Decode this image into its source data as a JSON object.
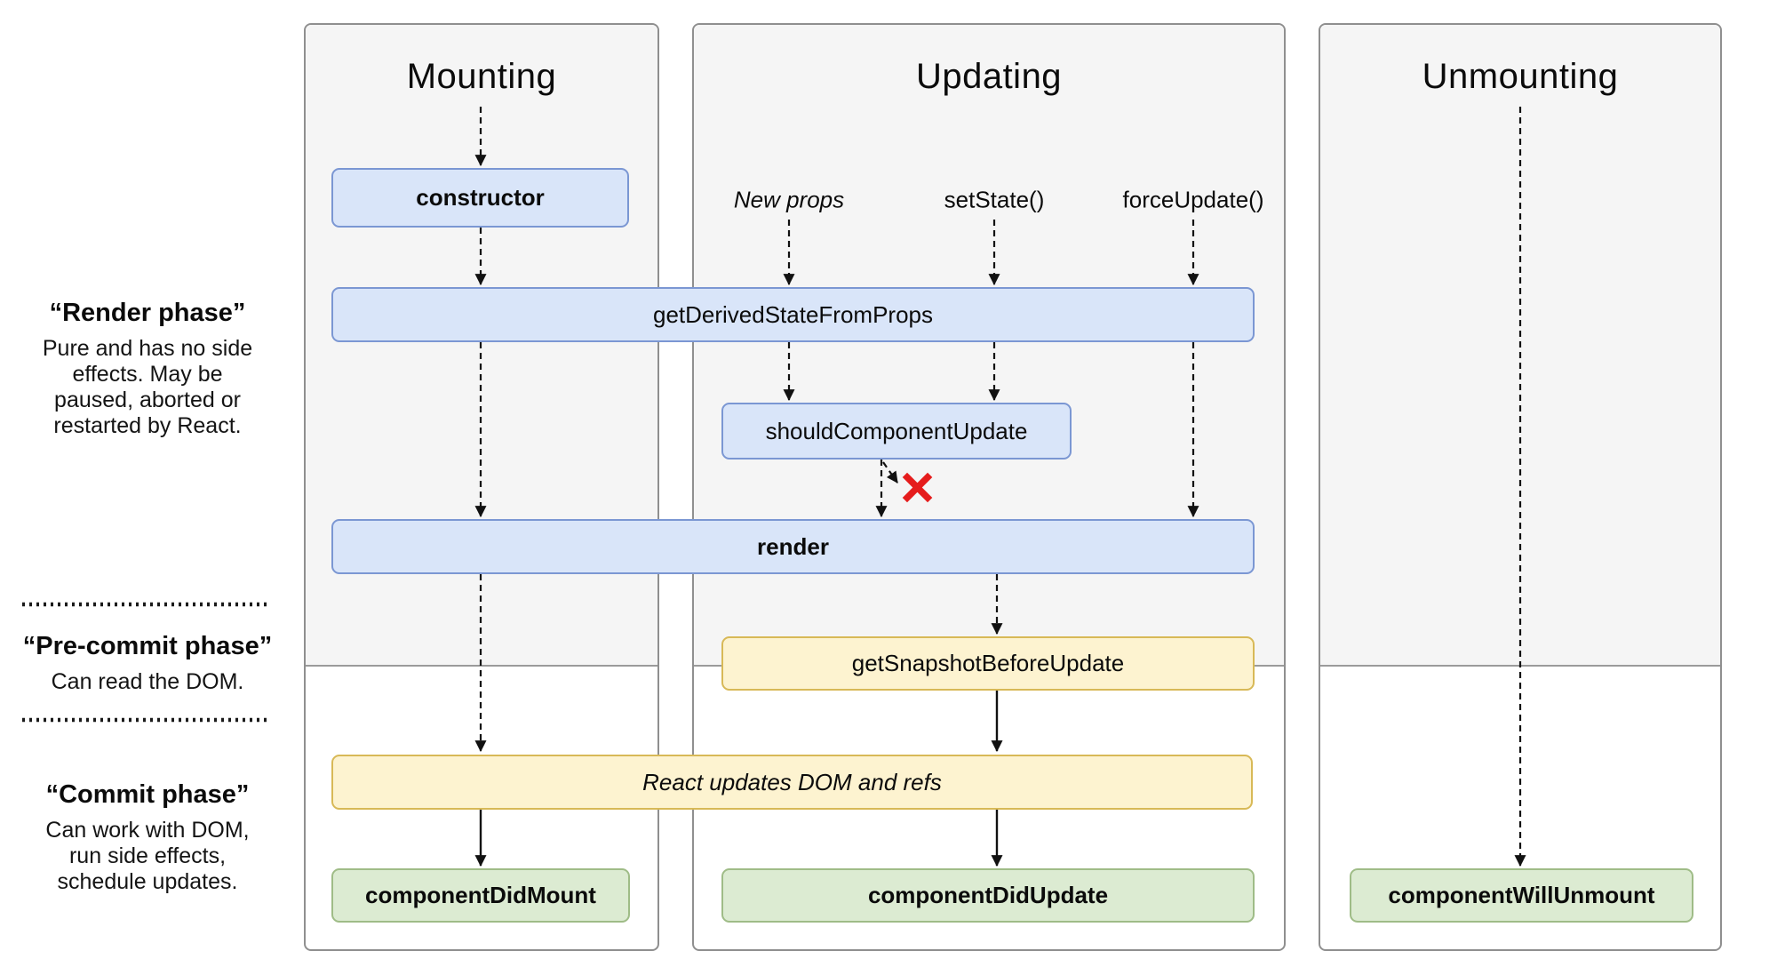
{
  "sidebar": {
    "render_phase": {
      "title": "“Render phase”",
      "line1": "Pure and has no side",
      "line2": "effects. May be",
      "line3": "paused, aborted or",
      "line4": "restarted by React."
    },
    "pre_commit_phase": {
      "title": "“Pre-commit phase”",
      "line1": "Can read the DOM."
    },
    "commit_phase": {
      "title": "“Commit phase”",
      "line1": "Can work with DOM,",
      "line2": "run side effects,",
      "line3": "schedule updates."
    }
  },
  "columns": {
    "mounting_title": "Mounting",
    "updating_title": "Updating",
    "unmounting_title": "Unmounting"
  },
  "triggers": {
    "new_props": "New props",
    "set_state": "setState()",
    "force_update": "forceUpdate()"
  },
  "boxes": {
    "constructor": "constructor",
    "get_derived_state_from_props": "getDerivedStateFromProps",
    "should_component_update": "shouldComponentUpdate",
    "render": "render",
    "get_snapshot_before_update": "getSnapshotBeforeUpdate",
    "react_updates_dom": "React updates DOM and refs",
    "component_did_mount": "componentDidMount",
    "component_did_update": "componentDidUpdate",
    "component_will_unmount": "componentWillUnmount"
  },
  "colors": {
    "panel_bg": "#f5f5f5",
    "panel_border": "#8f8f8f",
    "box_blue_bg": "#d9e5f9",
    "box_blue_border": "#7b97d3",
    "box_yellow_bg": "#fdf3d0",
    "box_yellow_border": "#d8b957",
    "box_green_bg": "#dcebd2",
    "box_green_border": "#9fbc87",
    "arrow": "#111111",
    "reject_x": "#e51c1c"
  }
}
